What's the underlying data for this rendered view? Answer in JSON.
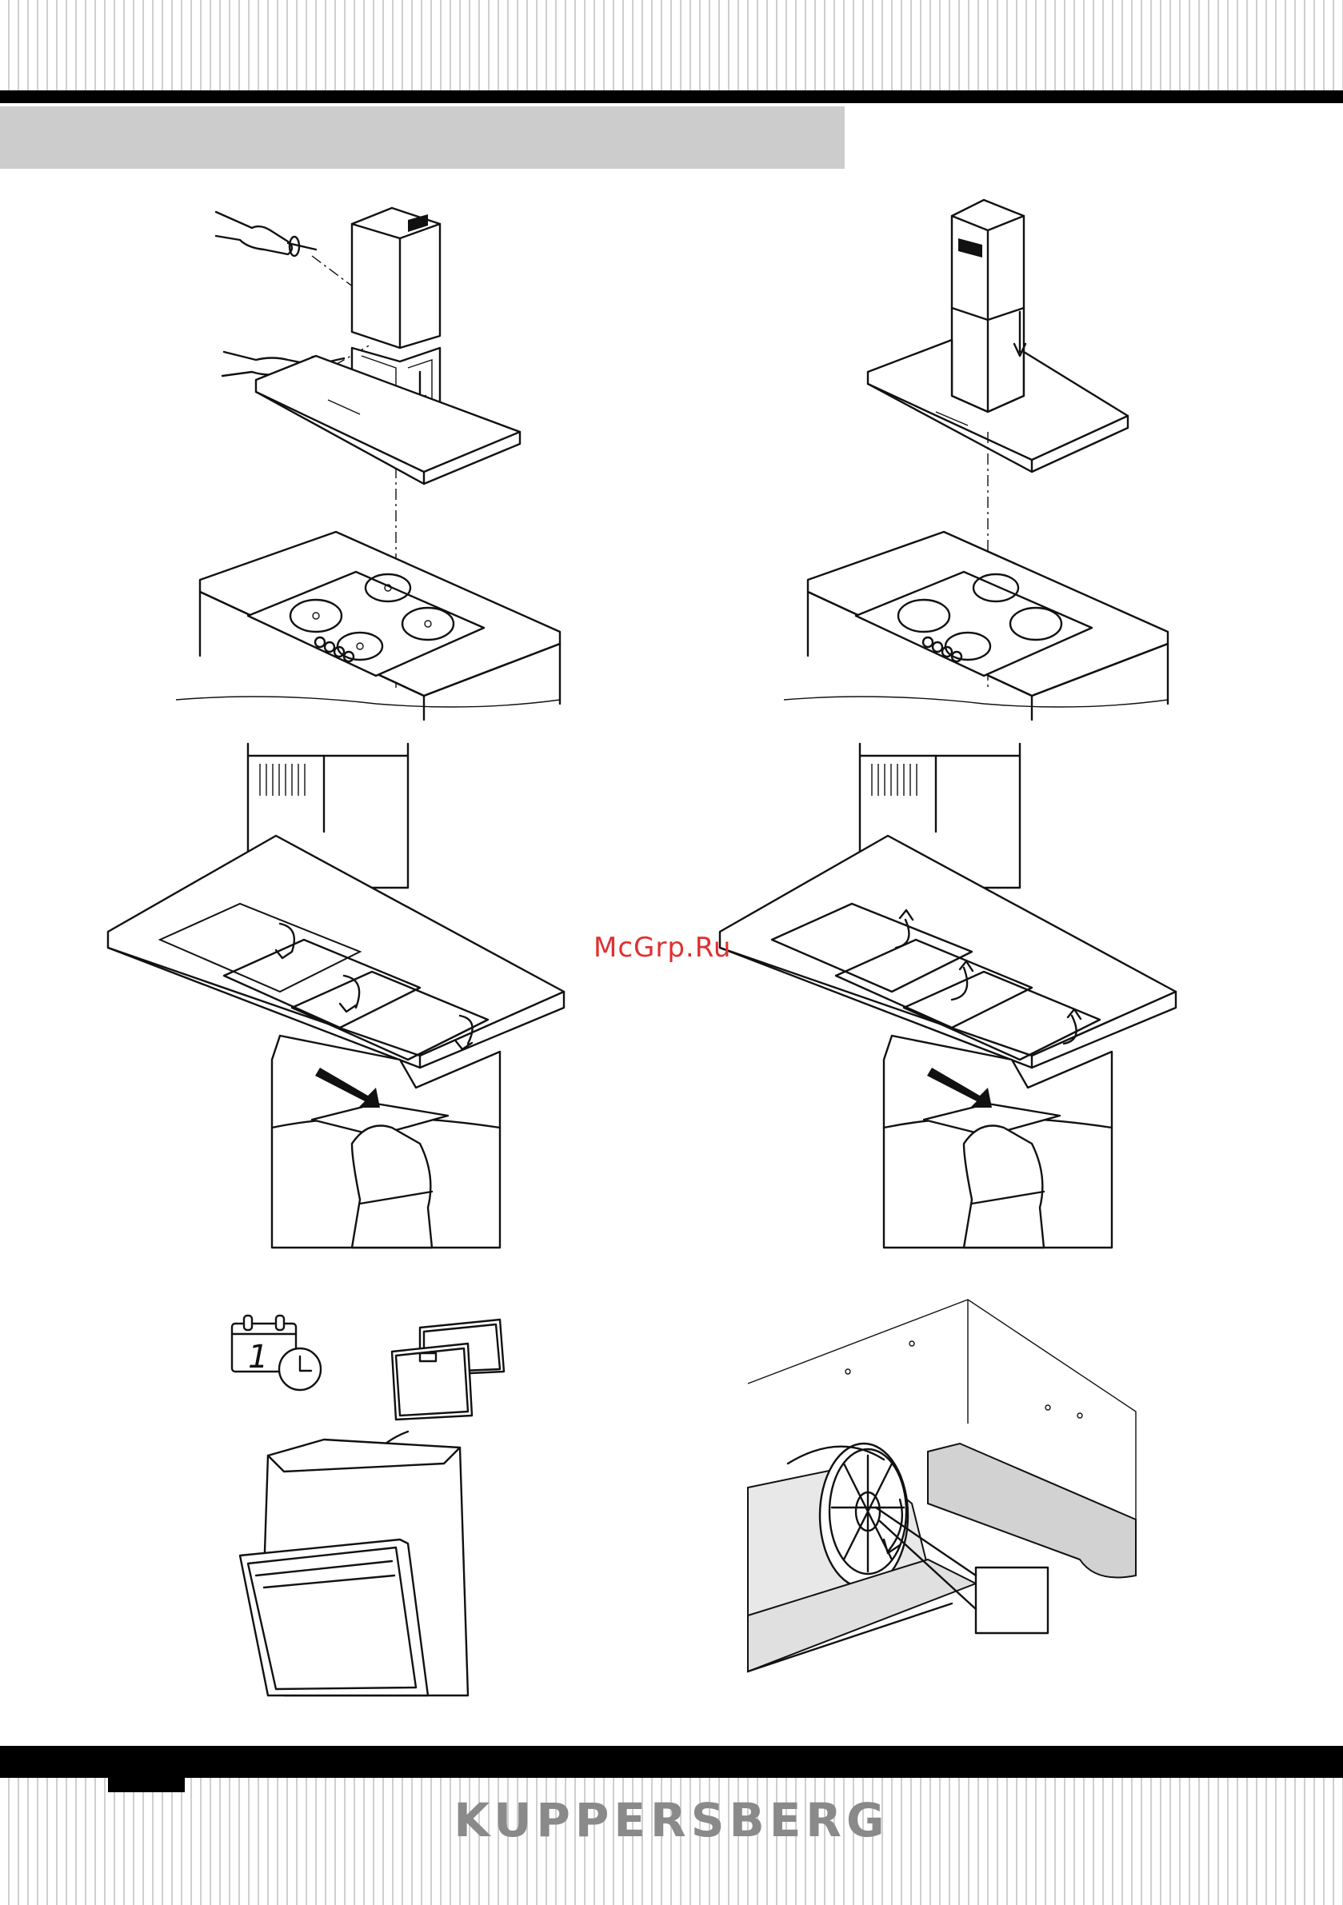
{
  "watermark": "McGrp.Ru",
  "footer": {
    "brand": "KUPPERSBERG"
  },
  "figures": {
    "filter_calendar_day": "1"
  }
}
